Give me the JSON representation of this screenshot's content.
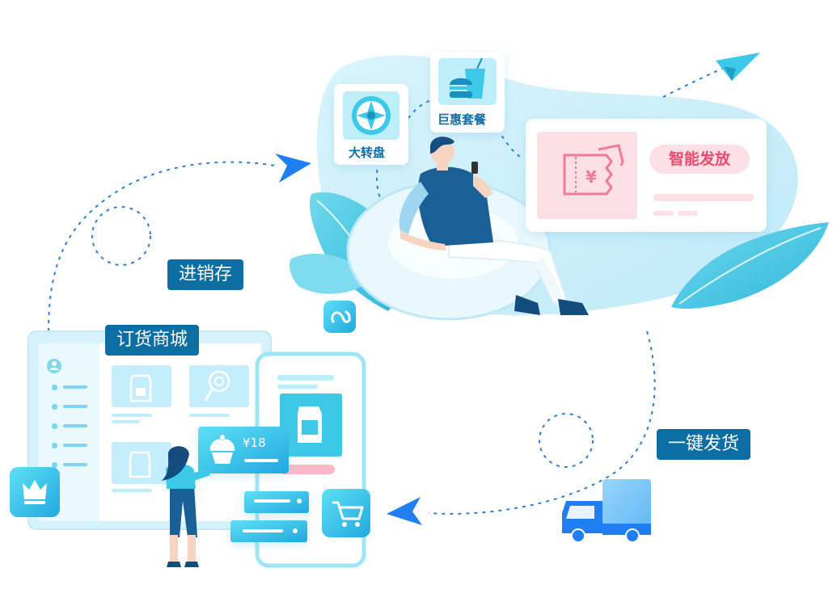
{
  "labels": {
    "jinxiaocun": "进销存",
    "dinghuo_shangcheng": "订货商城",
    "yijian_fahuo": "一键发货",
    "zhineng_fafang": "智能发放",
    "da_zhuanpan": "大转盘",
    "juhui_taocan": "巨惠套餐",
    "price": "¥18"
  },
  "icons": {
    "wheel": "prize-wheel-icon",
    "combo": "burger-drink-icon",
    "coupon": "coupon-icon",
    "miniprogram": "mini-program-icon",
    "crown": "crown-icon",
    "cart": "shopping-cart-icon",
    "truck": "delivery-truck-icon",
    "plane": "paper-plane-icon",
    "cupcake": "cupcake-icon",
    "milk": "milk-carton-icon",
    "lollipop": "lollipop-icon",
    "avatar": "user-avatar-icon"
  },
  "colors": {
    "accent_blue": "#0d6ea3",
    "bright_blue": "#1f7ff0",
    "cyan": "#3cc8e6",
    "light_cyan": "#bdeefa",
    "pink": "#fde0e6",
    "pink_text": "#e84a6f"
  }
}
